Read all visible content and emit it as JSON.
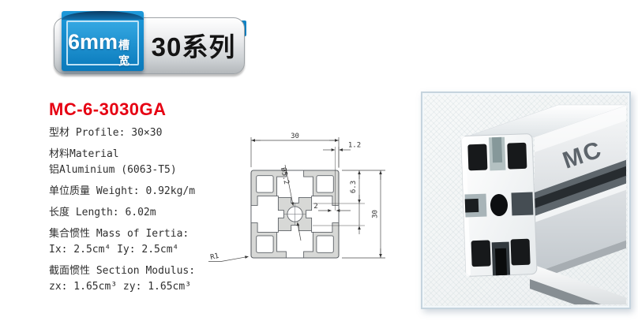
{
  "badge": {
    "slot_size": "6mm",
    "slot_label": "槽宽",
    "series": "30系列"
  },
  "product": {
    "model": "MC-6-3030GA",
    "spec_lines": [
      "型材 Profile: 30×30",
      "材料Material",
      "铝Aluminium (6063-T5)",
      "单位质量 Weight: 0.92kg/m",
      "长度 Length: 6.02m",
      "集合惯性 Mass of Iertia:",
      "Ix: 2.5cm⁴   Iy: 2.5cm⁴",
      "截面惯性 Section Modulus:",
      "zx: 1.65cm³  zy: 1.65cm³"
    ]
  },
  "drawing": {
    "dims": {
      "width": "30",
      "height": "30",
      "lip": "1.2",
      "depth": "6.3",
      "wall": "2",
      "radius": "R1",
      "hole": "Ø5.2"
    }
  },
  "photo": {
    "brand": "MC"
  },
  "colors": {
    "ribbon_blue": "#1391d6",
    "ribbon_fold": "#0a3b63",
    "model_red": "#e60012",
    "drawing_fill": "#d7d8d6",
    "badge_silver": "#c9cdd0"
  }
}
